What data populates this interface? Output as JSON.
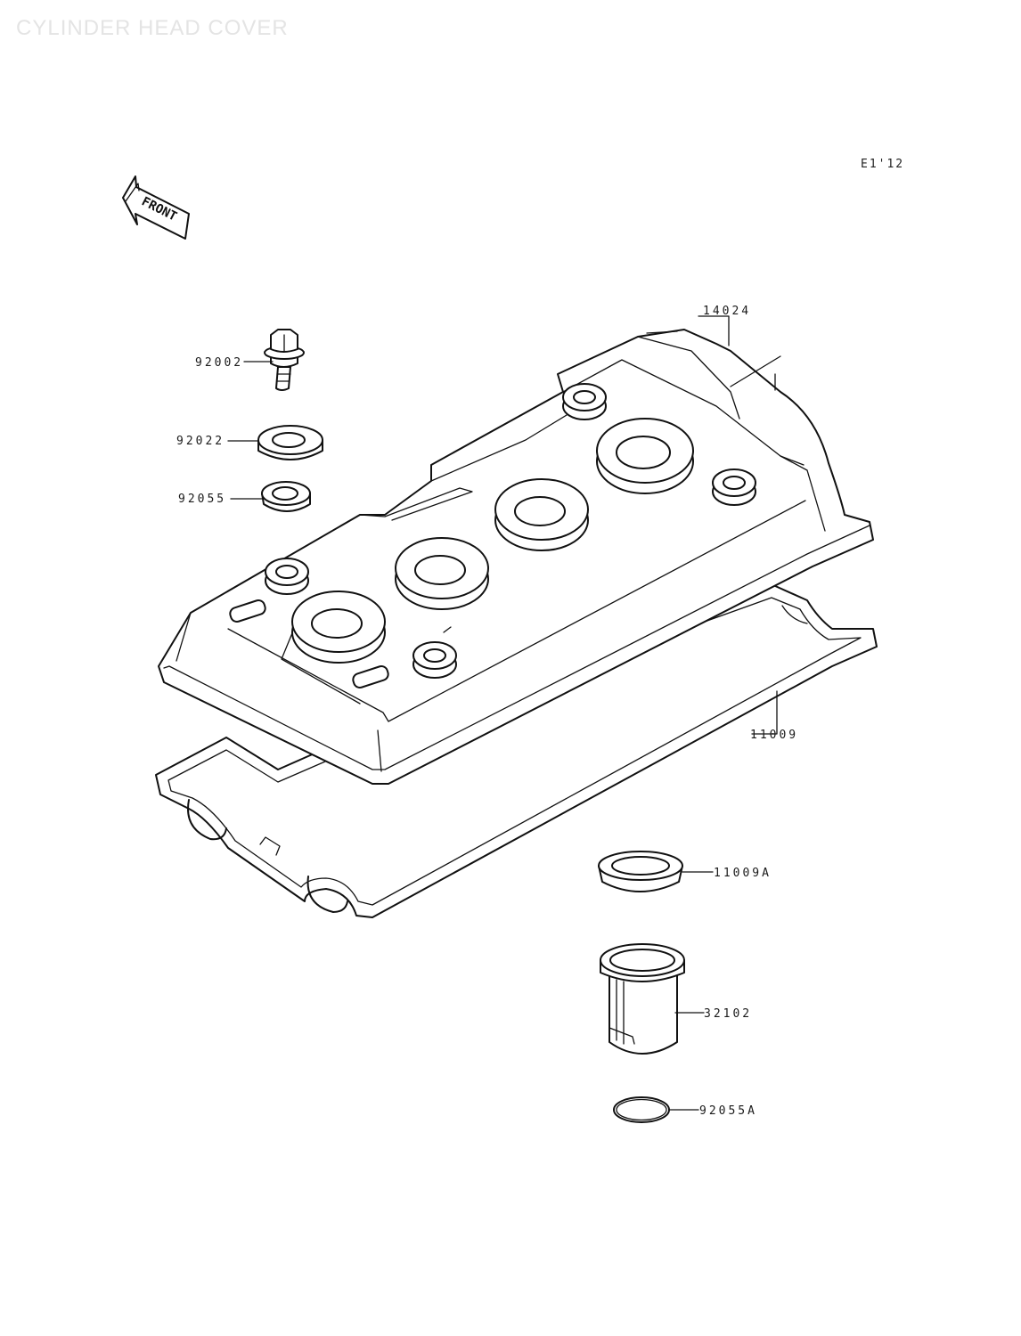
{
  "title": "CYLINDER HEAD COVER",
  "diagram_code": "E1'12",
  "front_arrow": {
    "text": "FRONT",
    "icon": "front-arrow-icon"
  },
  "parts": [
    {
      "key": "cover",
      "number": "14024"
    },
    {
      "key": "bolt",
      "number": "92002"
    },
    {
      "key": "washer",
      "number": "92022"
    },
    {
      "key": "grommet",
      "number": "92055"
    },
    {
      "key": "gasket",
      "number": "11009"
    },
    {
      "key": "plug-gasket",
      "number": "11009A"
    },
    {
      "key": "breather",
      "number": "32102"
    },
    {
      "key": "o-ring",
      "number": "92055A"
    }
  ]
}
